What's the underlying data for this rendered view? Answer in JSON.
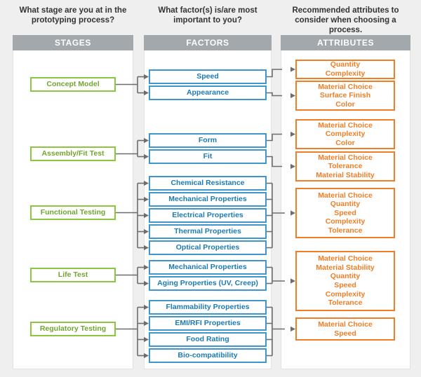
{
  "columns": [
    {
      "question": "What stage are you at in the prototyping process?",
      "header": "STAGES",
      "color": "#8cc63e"
    },
    {
      "question": "What factor(s) is/are most important to you?",
      "header": "FACTORS",
      "color": "#3e96cc"
    },
    {
      "question": "Recommended attributes to consider when choosing a process.",
      "header": "ATTRIBUTES",
      "color": "#f07e26"
    }
  ],
  "header_bar_color": "#a2a8ac",
  "background_color": "#efefef",
  "groups": [
    {
      "stage": "Concept Model",
      "factors": [
        "Speed",
        "Appearance"
      ],
      "attributes": [
        "Quantity\nComplexity",
        "Material Choice\nSurface Finish\nColor"
      ]
    },
    {
      "stage": "Assembly/Fit Test",
      "factors": [
        "Form",
        "Fit"
      ],
      "attributes": [
        "Material Choice\nComplexity\nColor",
        "Material Choice\nTolerance\nMaterial Stability"
      ]
    },
    {
      "stage": "Functional Testing",
      "factors": [
        "Chemical Resistance",
        "Mechanical Properties",
        "Electrical Properties",
        "Thermal Properties",
        "Optical Properties"
      ],
      "attributes": [
        "Material Choice\nQuantity\nSpeed\nComplexity\nTolerance"
      ]
    },
    {
      "stage": "Life Test",
      "factors": [
        "Mechanical Properties",
        "Aging Properties (UV, Creep)"
      ],
      "attributes": [
        "Material Choice\nMaterial Stability\nQuantity\nSpeed\nComplexity\nTolerance"
      ]
    },
    {
      "stage": "Regulatory Testing",
      "factors": [
        "Flammability Properties",
        "EMI/RFI Properties",
        "Food Rating",
        "Bio-compatibility"
      ],
      "attributes": [
        "Material Choice\nSpeed"
      ]
    }
  ]
}
